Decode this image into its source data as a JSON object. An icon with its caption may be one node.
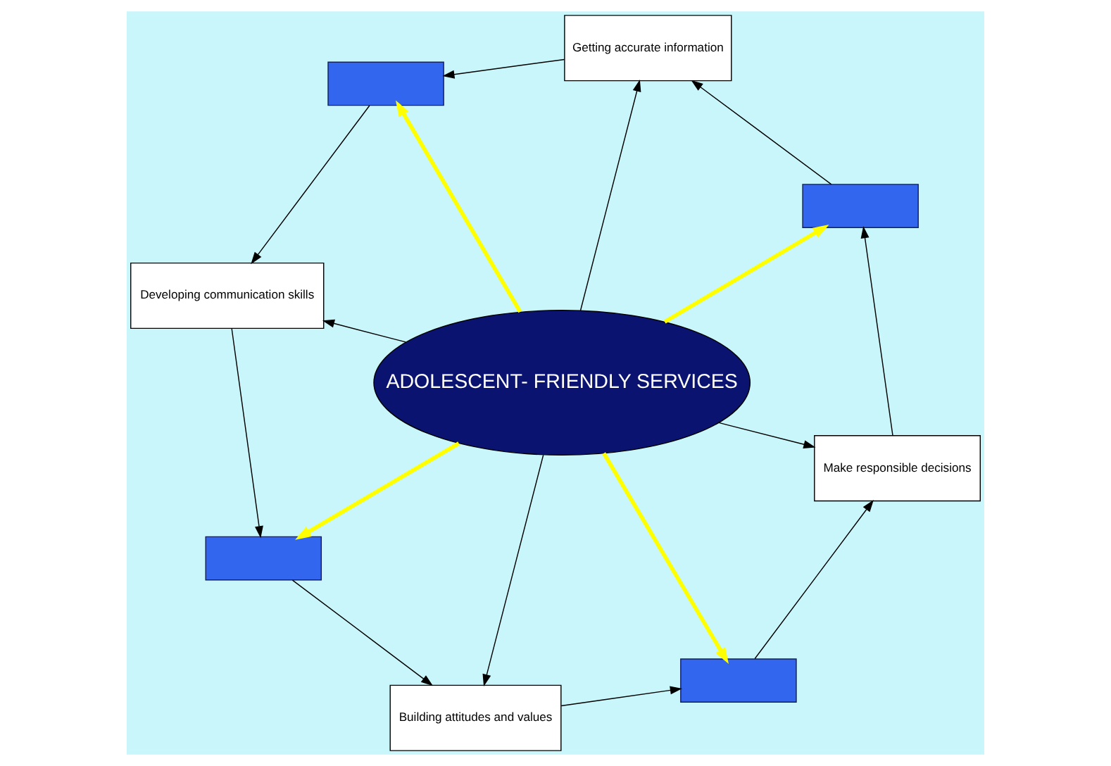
{
  "diagram": {
    "nodes": [
      {
        "text": [
          "ADOLESCENT- FRIENDLY SERVICES"
        ]
      },
      {
        "text": [
          "Make responsible decisions"
        ]
      },
      {
        "text": [],
        "shape": "band"
      },
      {
        "text": [
          "Getting accurate information"
        ]
      },
      {
        "text": [],
        "shape": "band"
      },
      {
        "text": [
          "Developing communication skills"
        ]
      },
      {
        "text": [],
        "shape": "band"
      },
      {
        "text": [
          "Building attitudes and values"
        ]
      },
      {
        "text": [],
        "shape": "band"
      }
    ],
    "edges": [
      {
        "from": 0,
        "to": 1,
        "arrow": "to"
      },
      {
        "from": 0,
        "to": 3,
        "arrow": "to"
      },
      {
        "from": 0,
        "to": 5,
        "arrow": "to"
      },
      {
        "from": 0,
        "to": 7,
        "arrow": "to"
      },
      {
        "from": 1,
        "to": 2,
        "arrow": "to"
      },
      {
        "from": 2,
        "to": 3,
        "arrow": "to"
      },
      {
        "from": 3,
        "to": 4,
        "arrow": "to"
      },
      {
        "from": 4,
        "to": 5,
        "arrow": "to"
      },
      {
        "from": 5,
        "to": 6,
        "arrow": "to"
      },
      {
        "from": 6,
        "to": 7,
        "arrow": "to"
      },
      {
        "from": 7,
        "to": 8,
        "arrow": "to"
      },
      {
        "from": 8,
        "to": 1,
        "arrow": "to"
      },
      {
        "from": 0,
        "to": 2,
        "arrow": "to",
        "style": "thick",
        "color": "#ffff00"
      },
      {
        "from": 0,
        "to": 4,
        "arrow": "to",
        "style": "thick",
        "color": "#ffff00"
      },
      {
        "from": 0,
        "to": 6,
        "arrow": "to",
        "style": "thick",
        "color": "#ffff00"
      },
      {
        "from": 0,
        "to": 8,
        "arrow": "to",
        "style": "thick",
        "color": "#ffff00"
      }
    ]
  }
}
